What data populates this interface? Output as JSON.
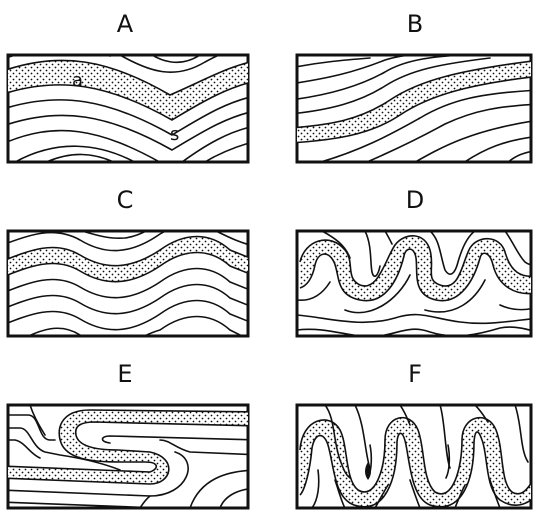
{
  "figure": {
    "panels": [
      {
        "id": "A",
        "label": "A",
        "fold": "open-syncline",
        "annotations": [
          "a",
          "s"
        ]
      },
      {
        "id": "B",
        "label": "B",
        "fold": "monocline",
        "annotations": []
      },
      {
        "id": "C",
        "label": "C",
        "fold": "gentle-anticline-syncline",
        "annotations": []
      },
      {
        "id": "D",
        "label": "D",
        "fold": "tight-overturned",
        "annotations": []
      },
      {
        "id": "E",
        "label": "E",
        "fold": "recumbent",
        "annotations": []
      },
      {
        "id": "F",
        "label": "F",
        "fold": "isoclinal",
        "annotations": []
      }
    ],
    "colors": {
      "ink": "#111111",
      "paper": "#ffffff",
      "stipple": "#111111"
    }
  }
}
